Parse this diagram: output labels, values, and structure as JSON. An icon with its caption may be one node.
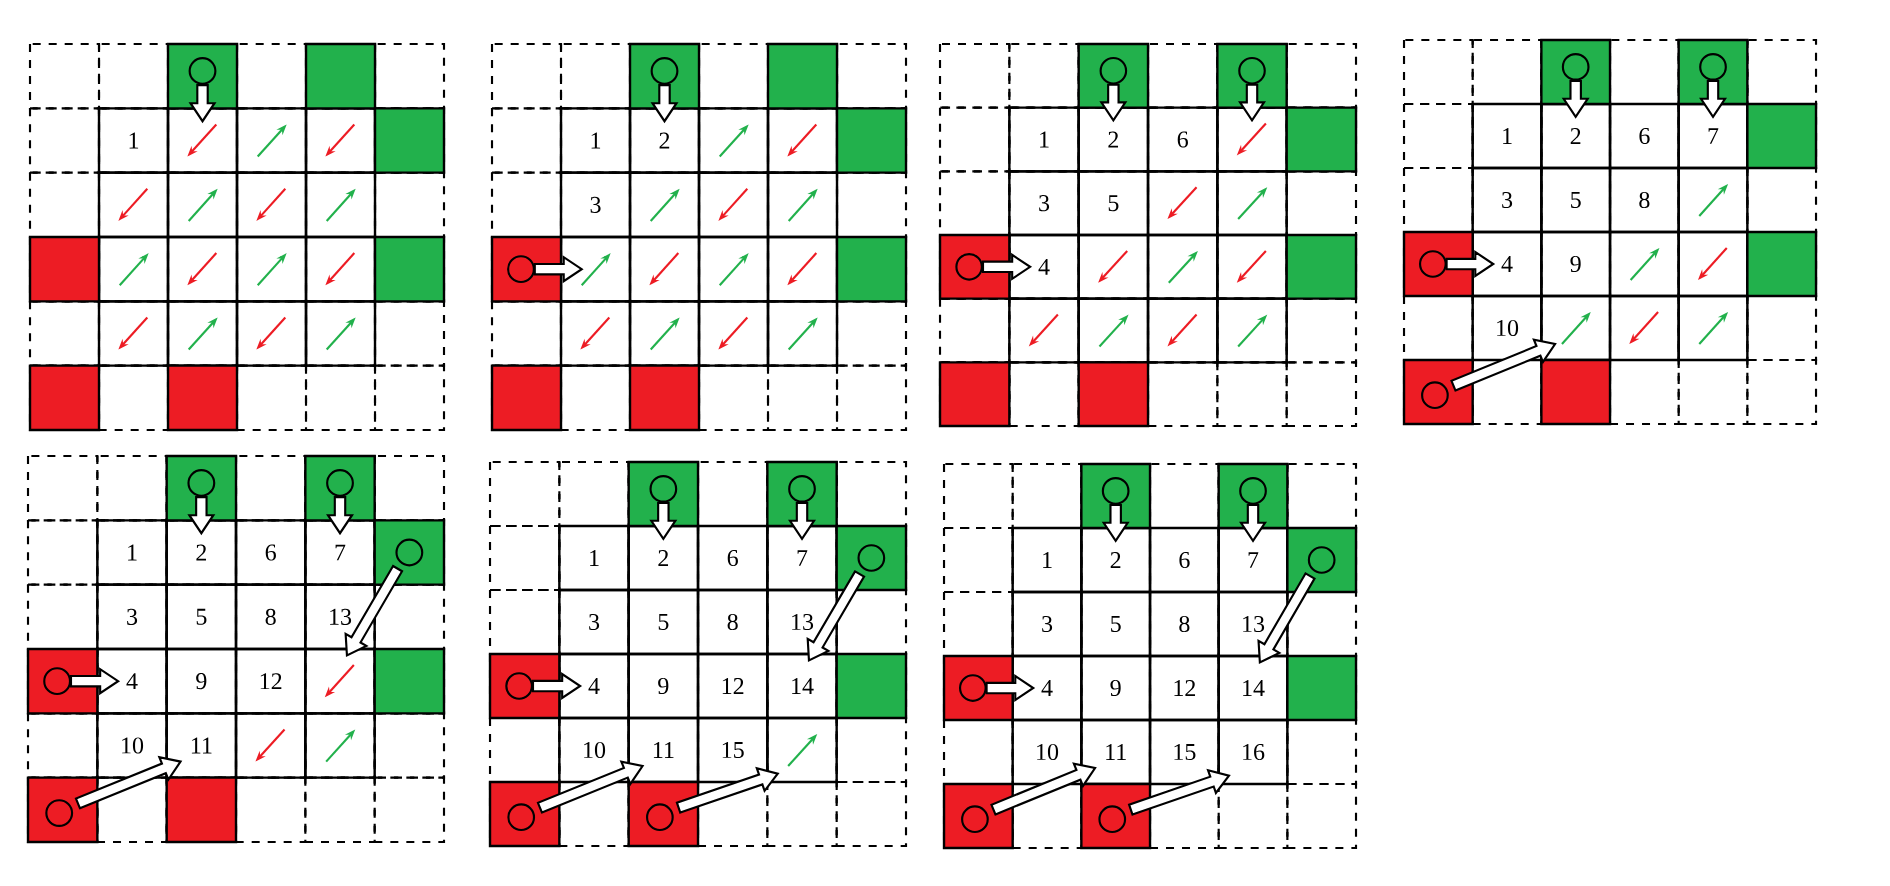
{
  "diagram": {
    "labels": [
      "1",
      "1",
      "2",
      "3",
      "1",
      "2",
      "6",
      "3",
      "5",
      "4",
      "1",
      "2",
      "6",
      "7",
      "3",
      "5",
      "8",
      "4",
      "9",
      "10",
      "1",
      "2",
      "6",
      "7",
      "3",
      "5",
      "8",
      "13",
      "4",
      "9",
      "12",
      "10",
      "11",
      "1",
      "2",
      "6",
      "7",
      "3",
      "5",
      "8",
      "13",
      "4",
      "9",
      "12",
      "14",
      "10",
      "11",
      "15",
      "1",
      "2",
      "6",
      "7",
      "3",
      "5",
      "8",
      "13",
      "4",
      "9",
      "12",
      "14",
      "10",
      "11",
      "15",
      "16"
    ]
  }
}
